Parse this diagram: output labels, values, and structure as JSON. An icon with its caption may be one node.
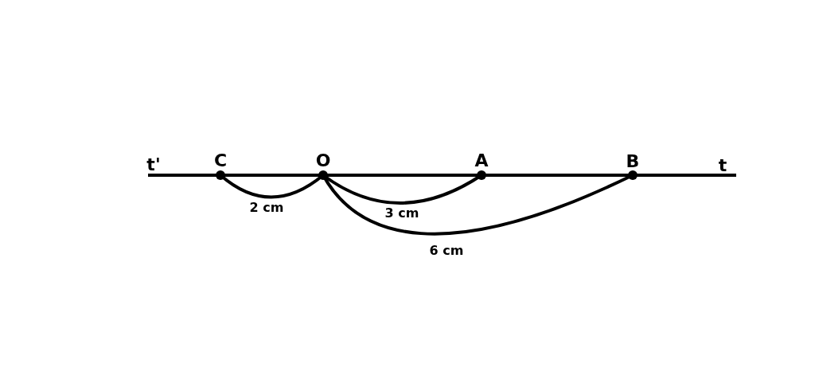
{
  "diagram": {
    "labels": [
      "t'",
      "C",
      "O",
      "A",
      "B",
      "t",
      "2 cm",
      "3 cm",
      "6 cm"
    ]
  }
}
